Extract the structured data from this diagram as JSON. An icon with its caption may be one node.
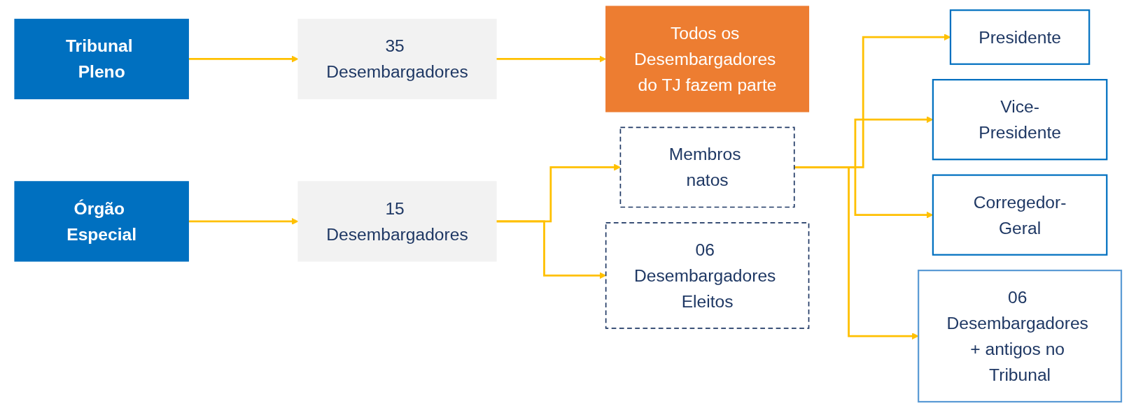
{
  "diagram": {
    "nodes": [
      {
        "text": [
          "Tribunal Pleno"
        ]
      },
      {
        "text": [
          "35 Desembargadores"
        ]
      },
      {
        "text": [
          "Todos os Desembargadores do TJ fazem parte"
        ]
      },
      {
        "text": [
          "Órgão Especial"
        ]
      },
      {
        "text": [
          "15 Desembargadores"
        ]
      },
      {
        "text": [
          "Membros natos"
        ]
      },
      {
        "text": [
          "06 Desembargadores Eleitos"
        ]
      },
      {
        "text": [
          "Presidente"
        ]
      },
      {
        "text": [
          "Vice-Presidente"
        ]
      },
      {
        "text": [
          "Corregedor-Geral"
        ]
      },
      {
        "text": [
          "06 Desembargadores + antigos no Tribunal"
        ]
      }
    ],
    "edges": [
      {
        "from": 0,
        "to": 1,
        "arrow": "to"
      },
      {
        "from": 1,
        "to": 2,
        "arrow": "to"
      },
      {
        "from": 3,
        "to": 4,
        "arrow": "to"
      },
      {
        "from": 4,
        "to": 5,
        "arrow": "to"
      },
      {
        "from": 4,
        "to": 6,
        "arrow": "to"
      },
      {
        "from": 5,
        "to": 7,
        "arrow": "to"
      },
      {
        "from": 5,
        "to": 8,
        "arrow": "to"
      },
      {
        "from": 5,
        "to": 9,
        "arrow": "to"
      },
      {
        "from": 5,
        "to": 10,
        "arrow": "to"
      }
    ]
  }
}
